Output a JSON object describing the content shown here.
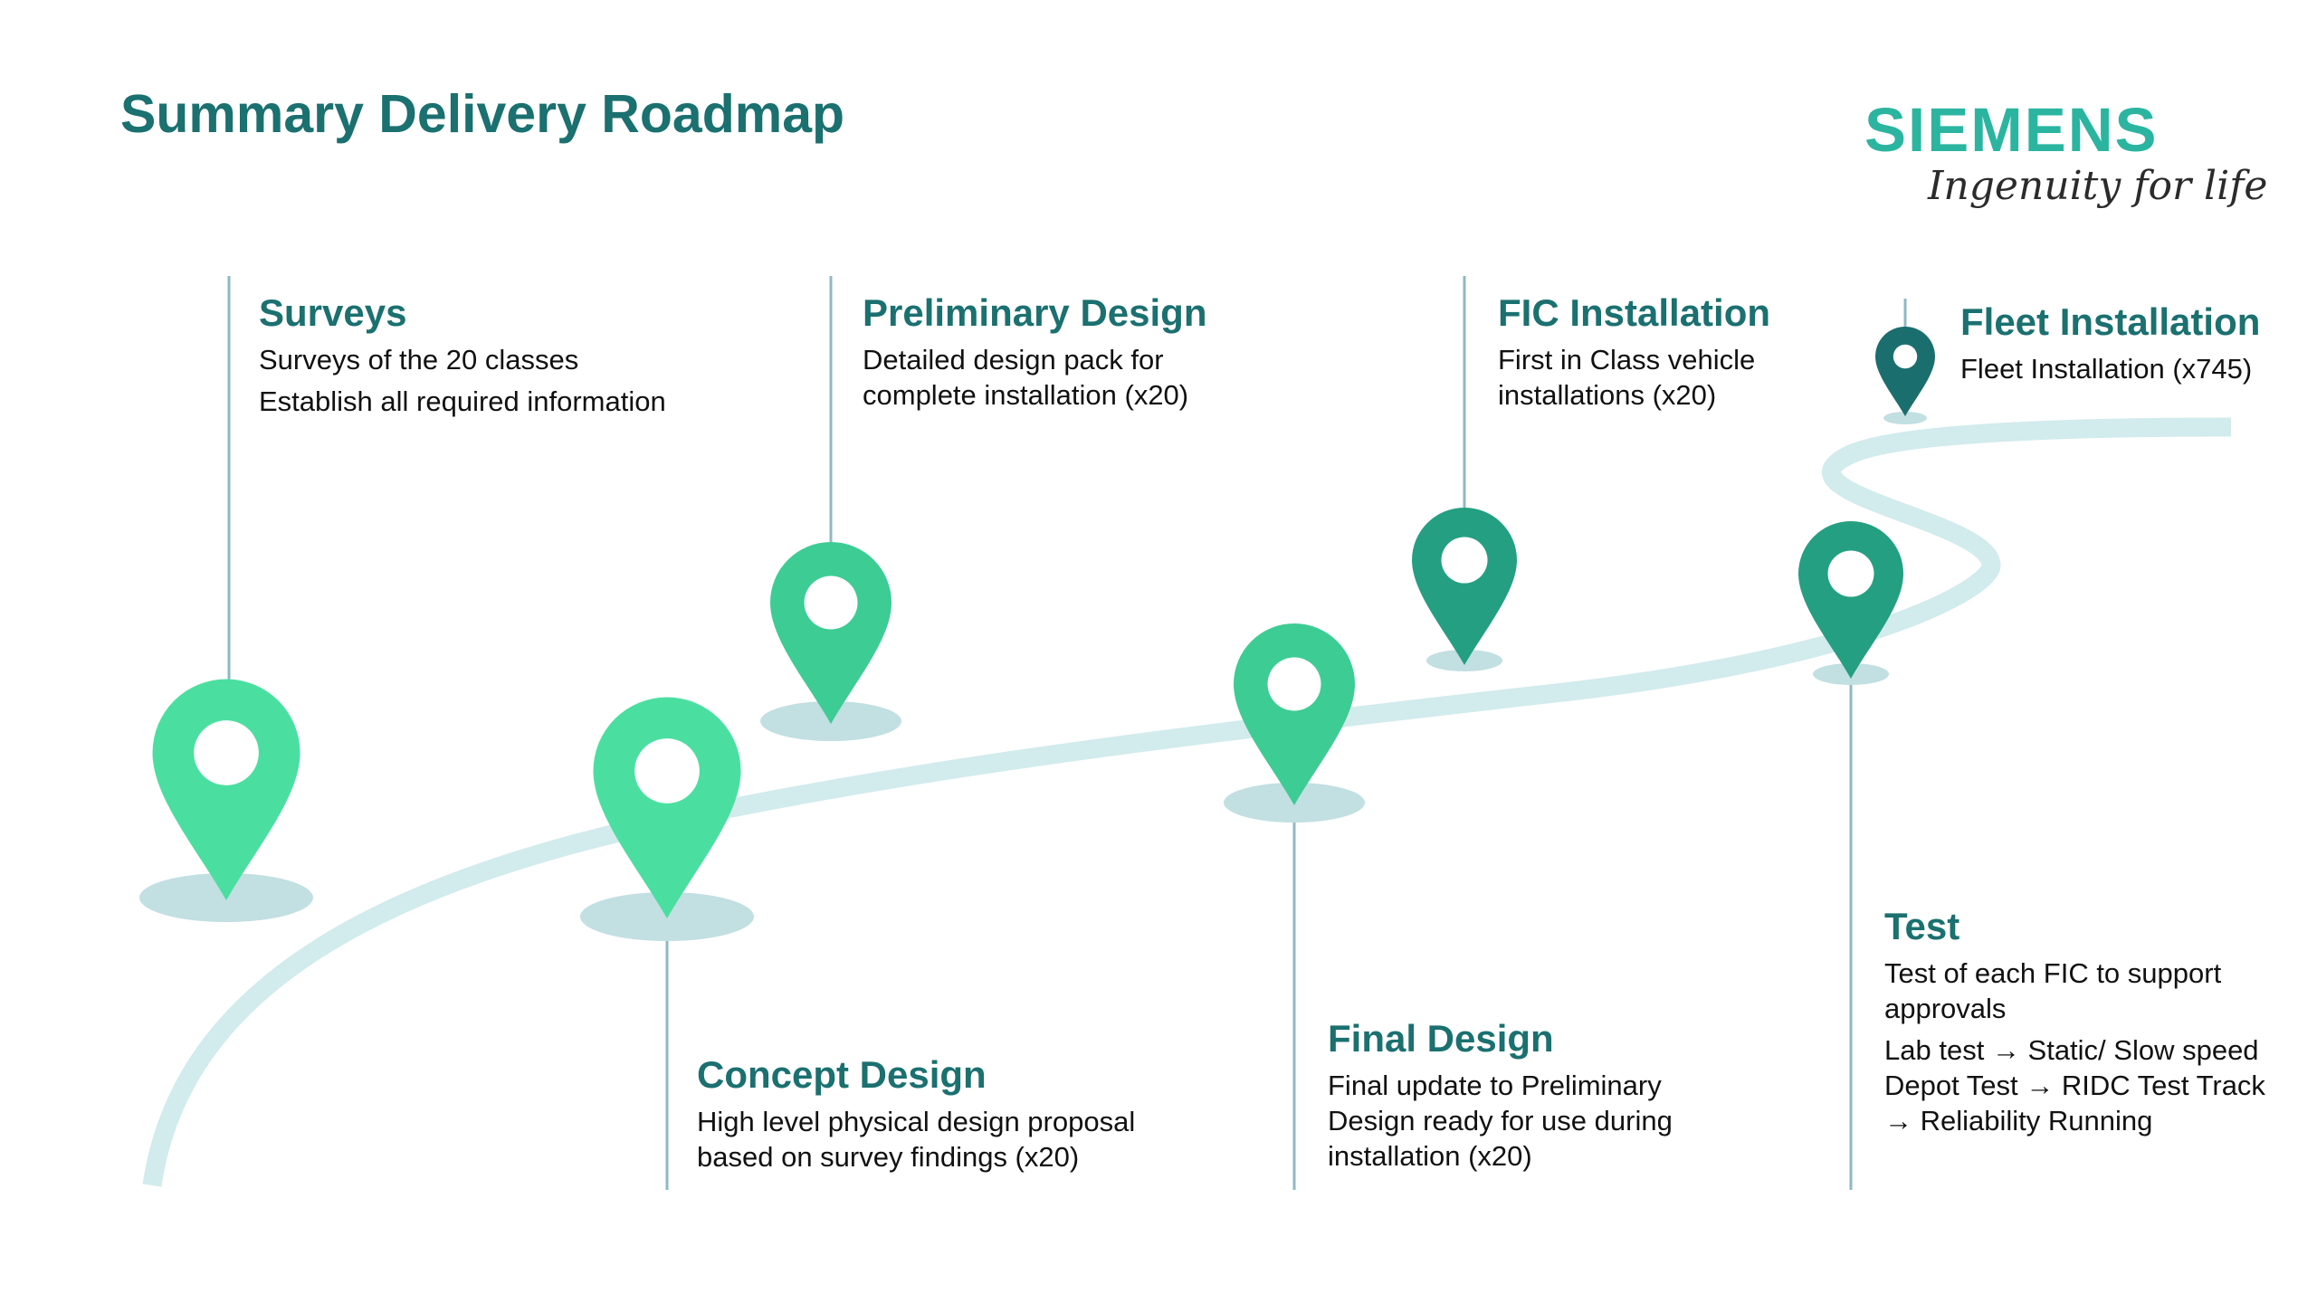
{
  "title": "Summary Delivery Roadmap",
  "logo": {
    "brand": "SIEMENS",
    "tagline": "Ingenuity for life"
  },
  "colors": {
    "title": "#1b7070",
    "brand": "#2bb5a0",
    "road": "#d2ebec",
    "pin_light": "#4adfa0",
    "pin_medium": "#3dcc94",
    "pin_dark": "#249f82",
    "pin_darkest": "#1b6e6e",
    "shadow": "#c2dfe2",
    "connector": "#8fb8c4"
  },
  "milestones": [
    {
      "id": "surveys",
      "title": "Surveys",
      "lines": [
        "Surveys of the 20 classes",
        "Establish all required information"
      ]
    },
    {
      "id": "concept-design",
      "title": "Concept Design",
      "lines": [
        "High level physical design proposal based on survey findings (x20)"
      ]
    },
    {
      "id": "preliminary-design",
      "title": "Preliminary Design",
      "lines": [
        "Detailed design pack for complete installation (x20)"
      ]
    },
    {
      "id": "final-design",
      "title": "Final Design",
      "lines": [
        "Final update to Preliminary Design ready for use during installation (x20)"
      ]
    },
    {
      "id": "fic-installation",
      "title": "FIC Installation",
      "lines": [
        "First in Class vehicle installations (x20)"
      ]
    },
    {
      "id": "test",
      "title": "Test",
      "lines": [
        "Test of each FIC to support approvals",
        "Lab test → Static/ Slow speed Depot Test → RIDC Test Track → Reliability Running"
      ]
    },
    {
      "id": "fleet-installation",
      "title": "Fleet Installation",
      "lines": [
        "Fleet Installation (x745)"
      ]
    }
  ]
}
